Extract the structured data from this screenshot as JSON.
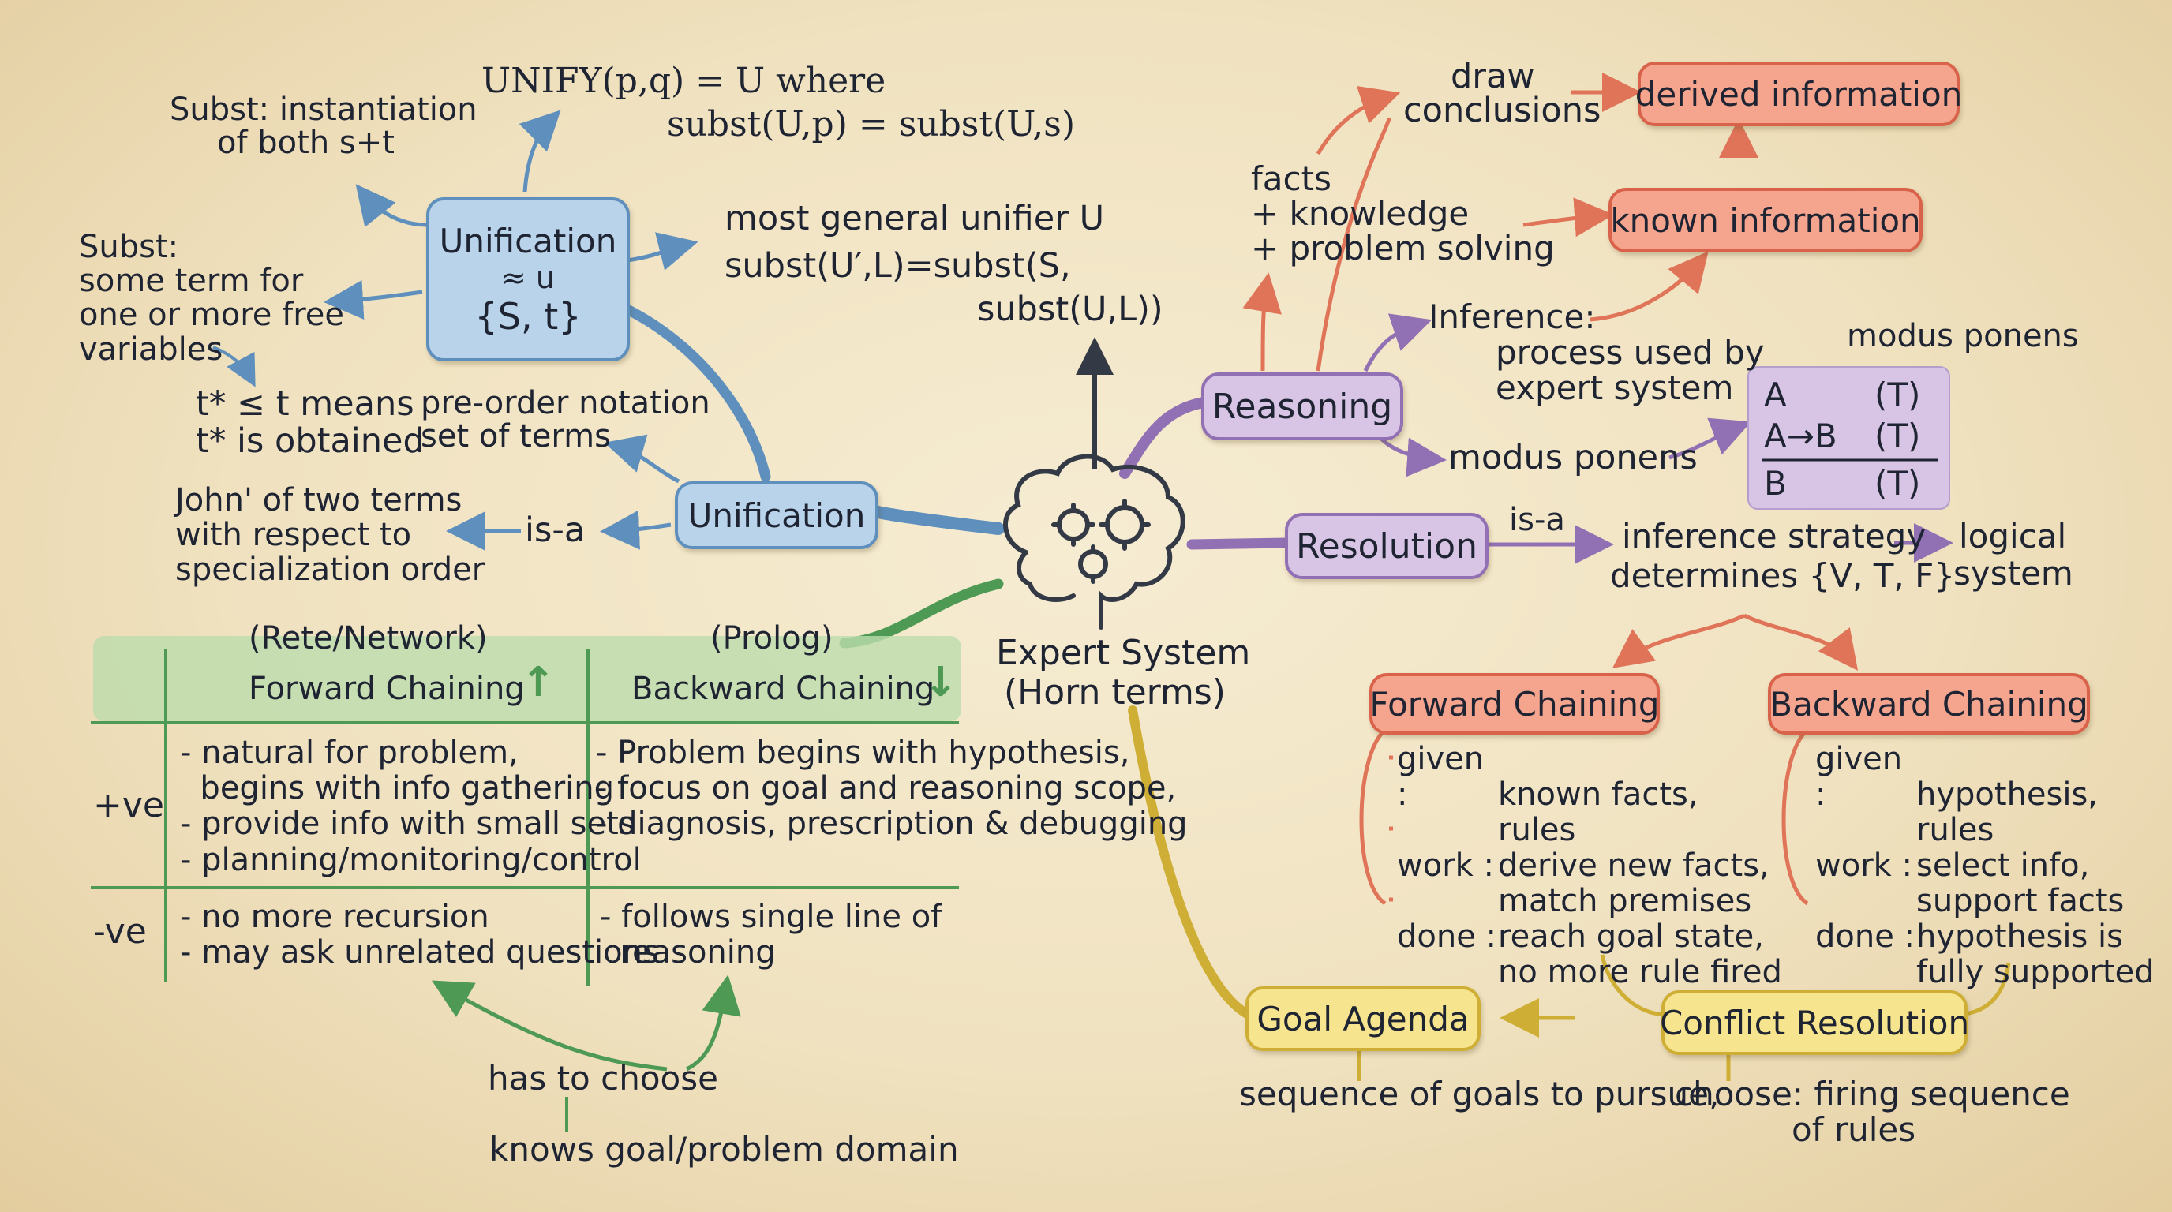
{
  "center": {
    "label_line1": "Expert System",
    "label_line2": "(Horn terms)"
  },
  "unification_top": {
    "box_title": "Unification",
    "box_symbol": "≈ u",
    "box_set": "{S, t}",
    "unify_line1": "UNIFY(p,q) = U where",
    "unify_line2": "subst(U,p) = subst(U,s)",
    "subst_inst_line1": "Subst: instantiation",
    "subst_inst_line2": "of both s+t",
    "subst_free_lines": [
      "Subst:",
      "some term for",
      "one or more free",
      "variables"
    ],
    "mgu_line1": "most general unifier U",
    "mgu_line2": "subst(U′,L)=subst(S,",
    "mgu_line3": "subst(U,L))"
  },
  "unification_mid": {
    "box_title": "Unification",
    "preorder_line1": "t* ≤ t means",
    "preorder_line2": "t* is obtained",
    "preorder_note_line1": "pre-order notation",
    "preorder_note_line2": "set of terms",
    "john_lines": [
      "John' of two terms",
      "with respect to",
      "specialization order"
    ],
    "isa": "is-a"
  },
  "table": {
    "rete": "(Rete/Network)",
    "prolog": "(Prolog)",
    "col1_header": "Forward Chaining",
    "col2_header": "Backward Chaining",
    "col1_arrow": "↑",
    "col2_arrow": "↓",
    "pos_label": "+ve",
    "neg_label": "-ve",
    "pos_col1": [
      "- natural for problem,",
      "  begins with info gathering",
      "- provide info with small sets",
      "- planning/monitoring/control"
    ],
    "pos_col2": [
      "- Problem begins with hypothesis,",
      "- focus on goal and reasoning scope,",
      "- diagnosis, prescription & debugging"
    ],
    "neg_col1": [
      "- no more recursion",
      "- may ask unrelated questions"
    ],
    "neg_col2": [
      "- follows single line of",
      "  reasoning"
    ],
    "choose": "has to choose",
    "knows": "knows goal/problem domain"
  },
  "reasoning": {
    "box": "Reasoning",
    "facts_lines": [
      "facts",
      "+ knowledge",
      "+ problem solving"
    ],
    "draw_line1": "draw",
    "draw_line2": "conclusions",
    "derived": "derived information",
    "known": "known information",
    "inference_lines": [
      "Inference:",
      "process used by",
      "expert system"
    ],
    "modus_ponens": "modus ponens",
    "modus_title": "modus ponens",
    "modus_rows": [
      [
        "A",
        "(T)"
      ],
      [
        "A→B",
        "(T)"
      ],
      [
        "B",
        "(T)"
      ]
    ]
  },
  "resolution": {
    "box": "Resolution",
    "isa": "is-a",
    "strategy_line1": "inference strategy",
    "strategy_line2": "determines {V, T, F}",
    "logical_line1": "logical",
    "logical_line2": "system",
    "forward_box": "Forward Chaining",
    "backward_box": "Backward Chaining",
    "forward_rows": [
      [
        "given :",
        "known facts,"
      ],
      [
        "",
        "rules"
      ],
      [
        "work :",
        "derive new facts,"
      ],
      [
        "",
        "match premises"
      ],
      [
        "done :",
        "reach goal state,"
      ],
      [
        "",
        "no more rule fired"
      ]
    ],
    "backward_rows": [
      [
        "given :",
        "hypothesis,"
      ],
      [
        "",
        "rules"
      ],
      [
        "work :",
        "select info,"
      ],
      [
        "",
        "support facts"
      ],
      [
        "done :",
        "hypothesis is"
      ],
      [
        "",
        "fully supported"
      ]
    ]
  },
  "agenda": {
    "goal_box": "Goal Agenda",
    "conflict_box": "Conflict Resolution",
    "goal_desc": "sequence of goals to pursue,",
    "conflict_desc_line1": "choose: firing sequence",
    "conflict_desc_line2": "of rules"
  },
  "colors": {
    "blue": "#5e8fbd",
    "purple": "#9170b3",
    "salmon": "#d9634a",
    "yellow": "#cfae35",
    "green": "#4e9a55",
    "dark": "#333a45"
  }
}
